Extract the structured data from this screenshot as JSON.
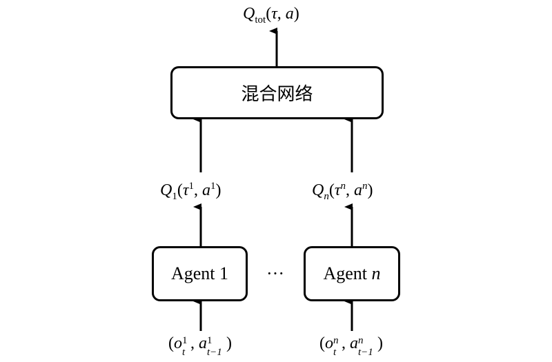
{
  "output": {
    "q": "Q",
    "sub": "tot",
    "args_open": "(",
    "tau": "τ",
    "sep": ", ",
    "a": "a",
    "args_close": ")"
  },
  "mixing_network": {
    "label": "混合网络"
  },
  "q1": {
    "q": "Q",
    "sub": "1",
    "open": "(",
    "tau": "τ",
    "sup1": "1",
    "sep": ", ",
    "a": "a",
    "sup2": "1",
    "close": ")"
  },
  "qn": {
    "q": "Q",
    "sub": "n",
    "open": "(",
    "tau": "τ",
    "sup1": "n",
    "sep": ", ",
    "a": "a",
    "sup2": "n",
    "close": ")"
  },
  "agent1": {
    "label": "Agent 1"
  },
  "agentn": {
    "prefix": "Agent ",
    "n": "n"
  },
  "ellipsis": "···",
  "input1": {
    "open": "(",
    "o": "o",
    "o_sup": "1",
    "o_sub": "t",
    "sep": ", ",
    "a": "a",
    "a_sup": "1",
    "a_sub": "t−1",
    "close": ")"
  },
  "inputn": {
    "open": "(",
    "o": "o",
    "o_sup": "n",
    "o_sub": "t",
    "sep": ", ",
    "a": "a",
    "a_sup": "n",
    "a_sub": "t−1",
    "close": ")"
  }
}
